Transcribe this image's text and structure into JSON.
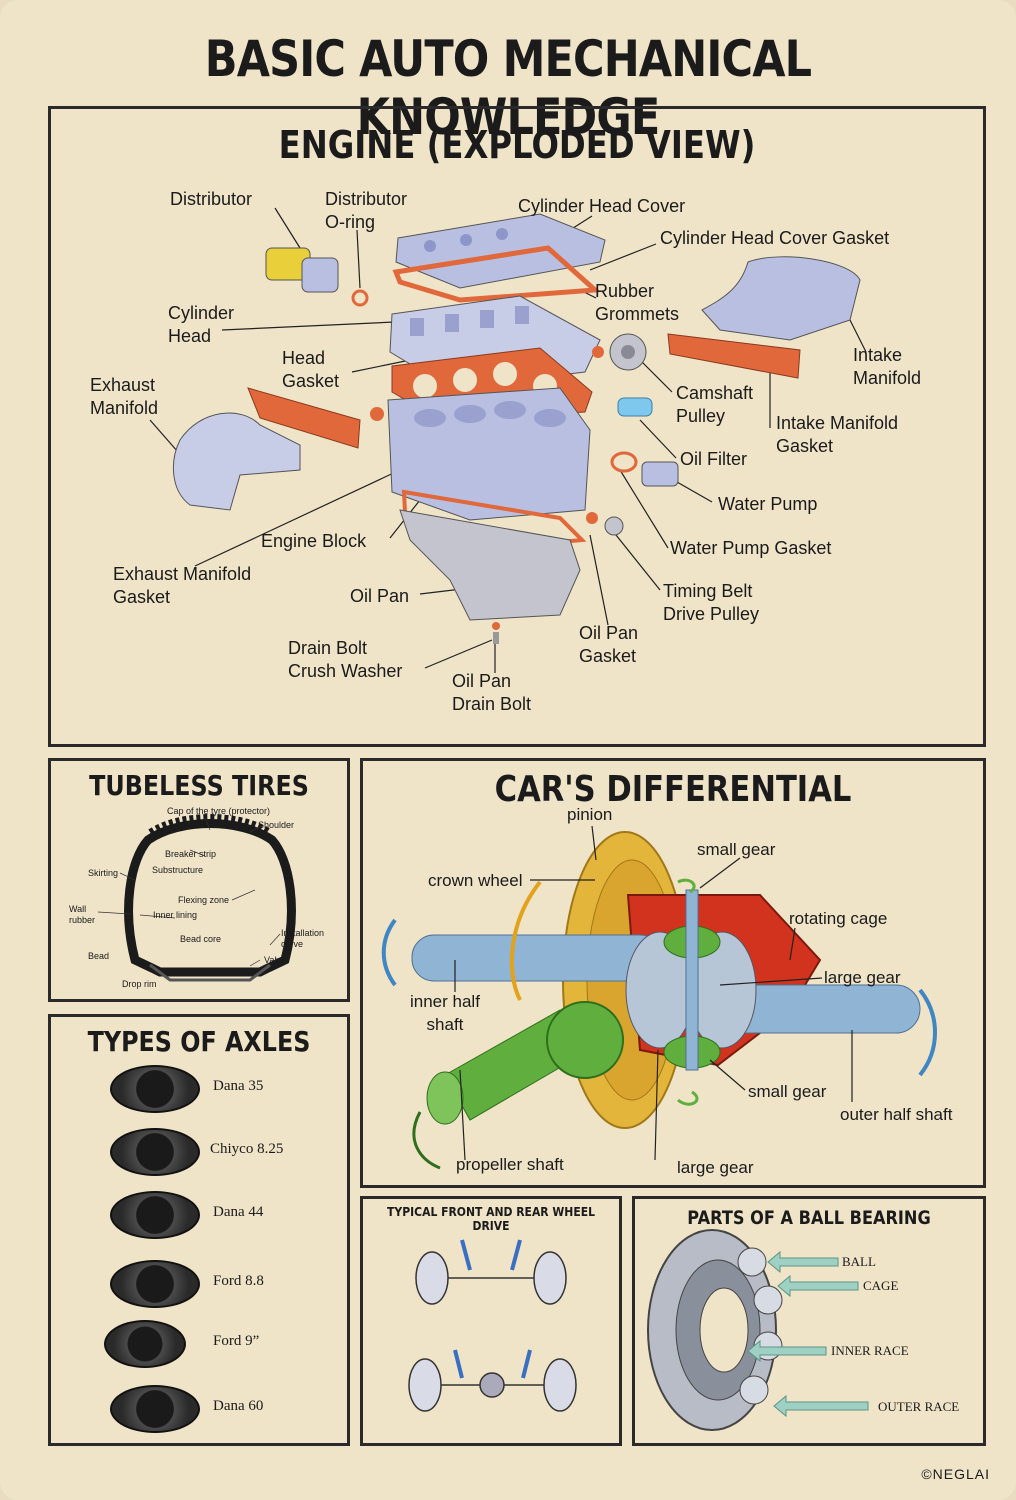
{
  "title": "BASIC AUTO MECHANICAL KNOWLEDGE",
  "engine": {
    "title": "ENGINE (EXPLODED VIEW)",
    "labels": {
      "distributor": "Distributor",
      "distributor_oring": "Distributor\nO-ring",
      "cylinder_head_cover": "Cylinder Head Cover",
      "cylinder_head_cover_gasket": "Cylinder Head Cover Gasket",
      "rubber_grommets": "Rubber\nGrommets",
      "cylinder_head": "Cylinder\nHead",
      "intake_manifold": "Intake\nManifold",
      "head_gasket": "Head\nGasket",
      "exhaust_manifold": "Exhaust\nManifold",
      "camshaft_pulley": "Camshaft\nPulley",
      "intake_manifold_gasket": "Intake Manifold\nGasket",
      "oil_filter": "Oil Filter",
      "water_pump": "Water Pump",
      "engine_block": "Engine Block",
      "water_pump_gasket": "Water Pump Gasket",
      "exhaust_manifold_gasket": "Exhaust Manifold\nGasket",
      "timing_belt_drive_pulley": "Timing Belt\nDrive Pulley",
      "oil_pan": "Oil Pan",
      "oil_pan_gasket": "Oil Pan\nGasket",
      "drain_bolt_crush_washer": "Drain Bolt\nCrush Washer",
      "oil_pan_drain_bolt": "Oil Pan\nDrain Bolt"
    }
  },
  "tires": {
    "title": "TUBELESS TIRES",
    "labels": {
      "cap": "Cap of the tyre (protector)",
      "shoulder": "Shoulder",
      "breaker": "Breaker strip",
      "substructure": "Substructure",
      "skirting": "Skirting",
      "flexing": "Flexing zone",
      "wall": "Wall\nrubber",
      "inner": "Inner lining",
      "bead_core": "Bead core",
      "installation": "Installation\ncurve",
      "bead": "Bead",
      "valve": "Valve",
      "drop_rim": "Drop rim"
    }
  },
  "differential": {
    "title": "CAR'S DIFFERENTIAL",
    "labels": {
      "pinion": "pinion",
      "small_gear_top": "small gear",
      "crown_wheel": "crown wheel",
      "rotating_cage": "rotating cage",
      "large_gear_right": "large gear",
      "inner_half_shaft": "inner half\nshaft",
      "small_gear_bottom": "small gear",
      "outer_half_shaft": "outer  half shaft",
      "propeller_shaft": "propeller shaft",
      "large_gear_bottom": "large gear"
    }
  },
  "axles": {
    "title": "TYPES OF AXLES",
    "items": [
      "Dana 35",
      "Chiyco 8.25",
      "Dana 44",
      "Ford 8.8",
      "Ford 9”",
      "Dana 60"
    ]
  },
  "wheel_drive": {
    "title": "TYPICAL FRONT AND REAR WHEEL DRIVE"
  },
  "bearing": {
    "title": "PARTS OF A BALL BEARING",
    "labels": {
      "ball": "BALL",
      "cage": "CAGE",
      "inner_race": "INNER RACE",
      "outer_race": "OUTER RACE"
    }
  },
  "copyright": "©NEGLAI",
  "colors": {
    "paper": "#efe3c8",
    "ink": "#1b1b1b",
    "gasket": "#e0683a",
    "metal": "#b9bfe0",
    "gear_gold": "#e3b53a",
    "gear_green": "#5fae3e",
    "cage_red": "#d2331f",
    "shaft_blue": "#8fb4d4"
  }
}
